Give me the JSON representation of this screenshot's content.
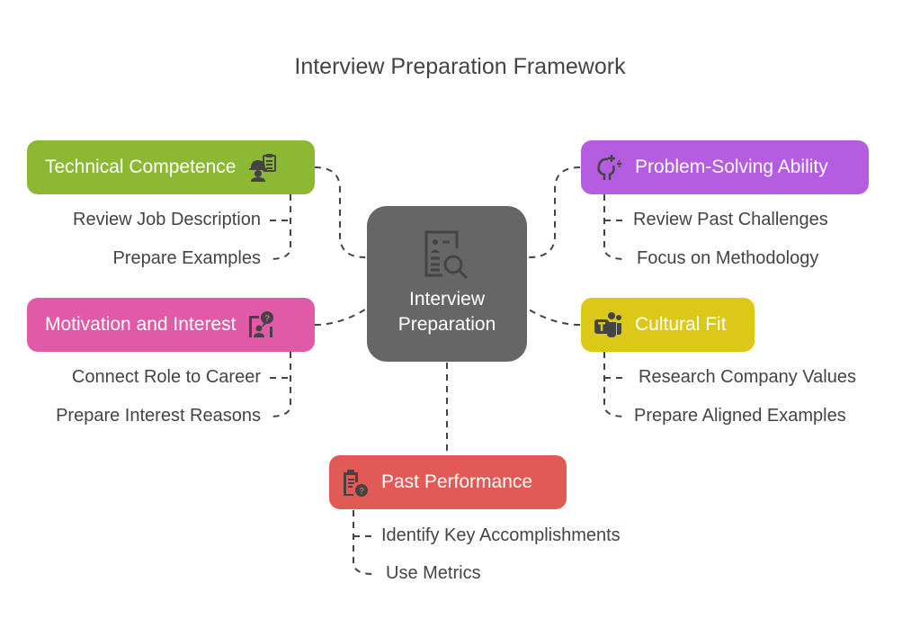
{
  "title": "Interview Preparation Framework",
  "center": {
    "label_line1": "Interview",
    "label_line2": "Preparation",
    "icon": "resume-search-icon"
  },
  "colors": {
    "technical": "#8cb833",
    "problem": "#b55ce0",
    "motivation": "#e05aa8",
    "cultural": "#dcc818",
    "past": "#e25a55",
    "center": "#666666",
    "icon": "#444444",
    "connector": "#444444"
  },
  "branches": {
    "technical": {
      "label": "Technical Competence",
      "icon": "worker-clipboard-icon",
      "items": [
        "Review Job Description",
        "Prepare Examples"
      ]
    },
    "problem": {
      "label": "Problem-Solving Ability",
      "icon": "head-idea-icon",
      "items": [
        "Review Past Challenges",
        "Focus on Methodology"
      ]
    },
    "motivation": {
      "label": "Motivation and Interest",
      "icon": "person-question-icon",
      "items": [
        "Connect Role to Career",
        "Prepare Interest Reasons"
      ]
    },
    "cultural": {
      "label": "Cultural Fit",
      "icon": "teams-icon",
      "items": [
        "Research Company Values",
        "Prepare Aligned Examples"
      ]
    },
    "past": {
      "label": "Past Performance",
      "icon": "clipboard-question-icon",
      "items": [
        "Identify Key Accomplishments",
        "Use Metrics"
      ]
    }
  }
}
